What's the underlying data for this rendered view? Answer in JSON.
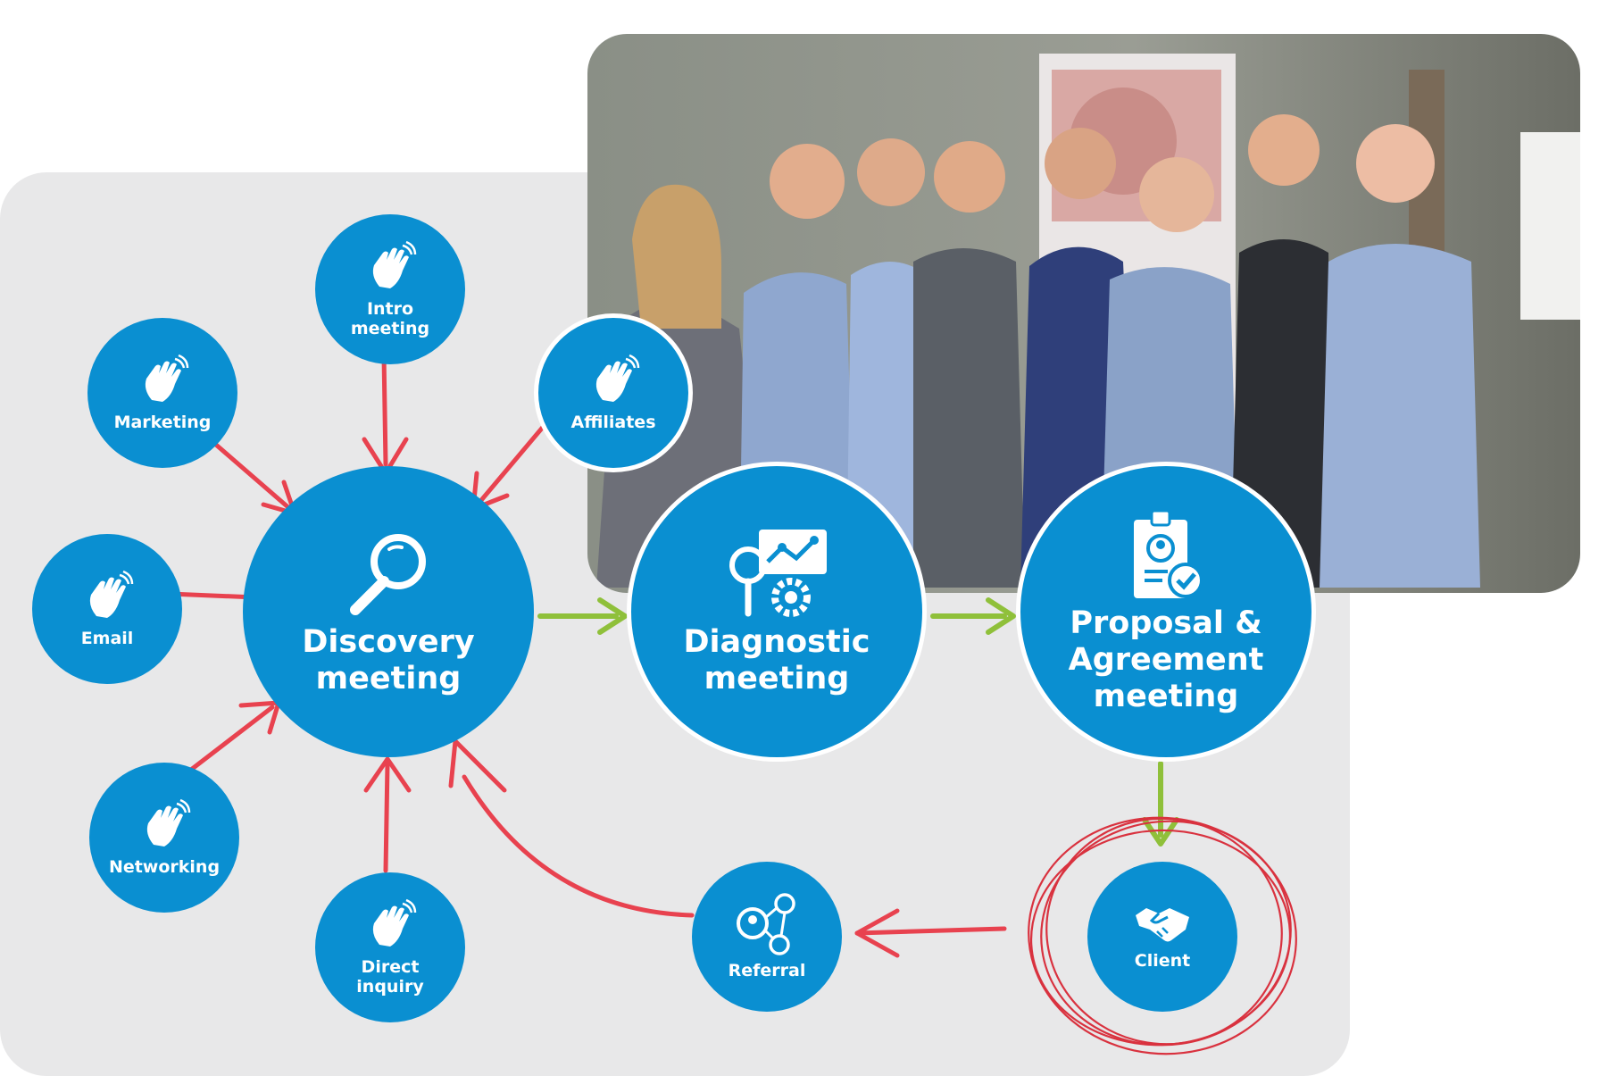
{
  "nodes": {
    "intro": "Intro\nmeeting",
    "marketing": "Marketing",
    "affiliates": "Affiliates",
    "email": "Email",
    "networking": "Networking",
    "direct": "Direct\ninquiry",
    "discovery": "Discovery\nmeeting",
    "diagnostic": "Diagnostic\nmeeting",
    "proposal": "Proposal &\nAgreement\nmeeting",
    "client": "Client",
    "referral": "Referral"
  },
  "colors": {
    "node_blue": "#0a8fd1",
    "panel_gray": "#e8e8e9",
    "arrow_red": "#e8424f",
    "arrow_green": "#8fc03a",
    "client_scribble": "#d9323f"
  },
  "icons": {
    "source_nodes": "waving-hand-icon",
    "discovery": "magnifier-icon",
    "diagnostic": "analytics-gear-icon",
    "proposal": "id-badge-check-icon",
    "client": "handshake-icon",
    "referral": "network-people-icon"
  }
}
